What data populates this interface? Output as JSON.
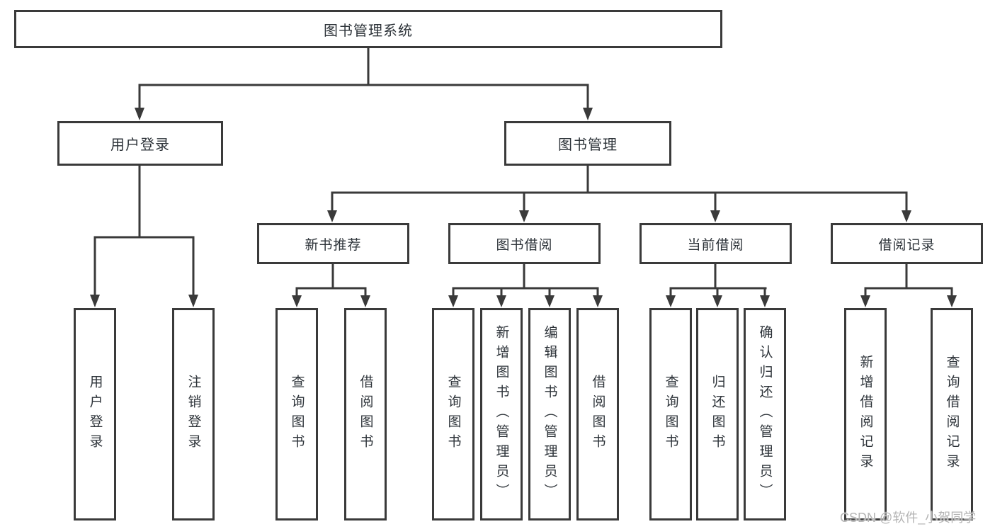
{
  "colors": {
    "line": "#3a3a3a",
    "text": "#2d3339",
    "watermark": "#b4b4b4",
    "background": "#ffffff"
  },
  "tree": {
    "root": "图书管理系统",
    "children": [
      {
        "label": "用户登录",
        "leaves": [
          "用户登录",
          "注销登录"
        ]
      },
      {
        "label": "图书管理",
        "children": [
          {
            "label": "新书推荐",
            "leaves": [
              "查询图书",
              "借阅图书"
            ]
          },
          {
            "label": "图书借阅",
            "leaves": [
              "查询图书",
              "新增图书（管理员）",
              "编辑图书（管理员）",
              "借阅图书"
            ]
          },
          {
            "label": "当前借阅",
            "leaves": [
              "查询图书",
              "归还图书",
              "确认归还（管理员）"
            ]
          },
          {
            "label": "借阅记录",
            "leaves": [
              "新增借阅记录",
              "查询借阅记录"
            ]
          }
        ]
      }
    ]
  },
  "watermark": {
    "text": "CSDN @软件_小贺同学"
  }
}
